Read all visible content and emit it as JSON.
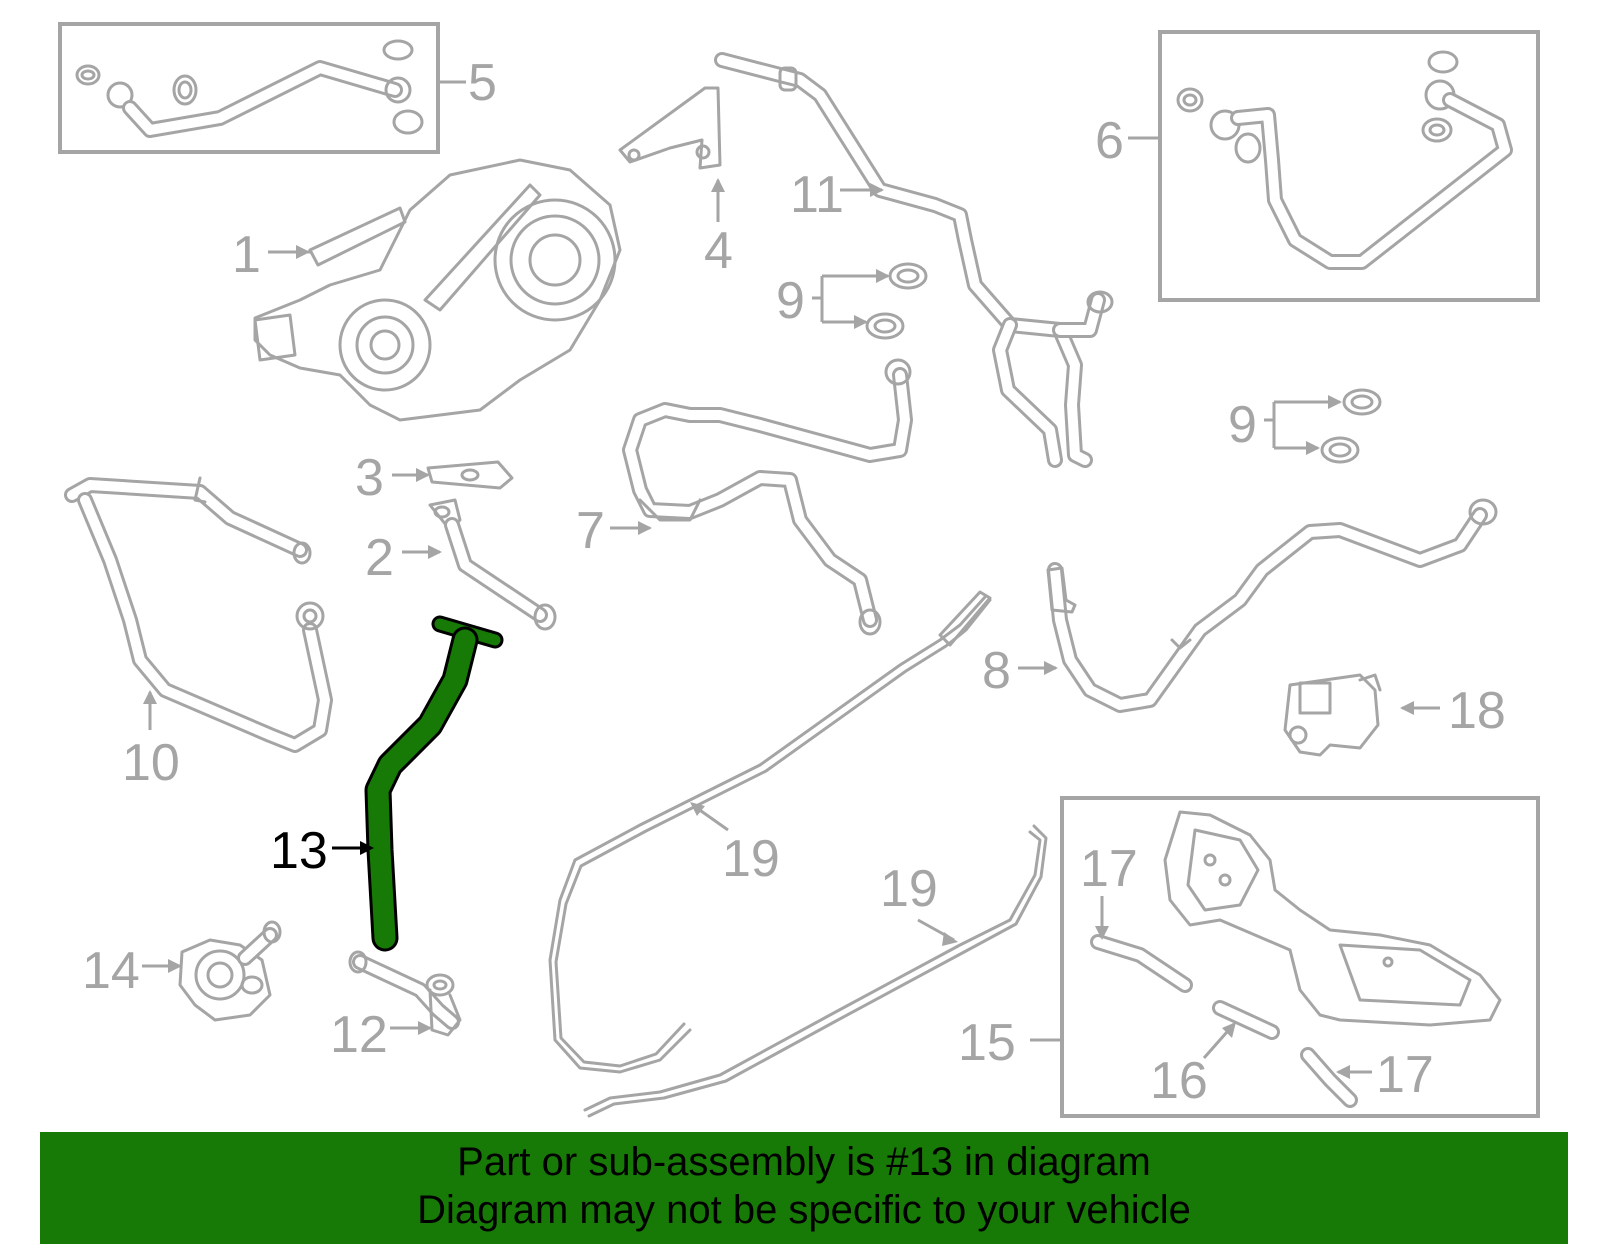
{
  "diagram": {
    "callouts": [
      "1",
      "2",
      "3",
      "4",
      "5",
      "6",
      "7",
      "8",
      "9",
      "9",
      "10",
      "11",
      "12",
      "13",
      "14",
      "15",
      "16",
      "17",
      "17",
      "18",
      "19",
      "19"
    ],
    "highlighted_part": "13",
    "highlight_color": "#187a06",
    "line_color": "#a5a5a5"
  },
  "footer": {
    "line1": "Part or sub-assembly is #13 in diagram",
    "line2": "Diagram may not be specific to your vehicle",
    "background": "#187a06"
  }
}
